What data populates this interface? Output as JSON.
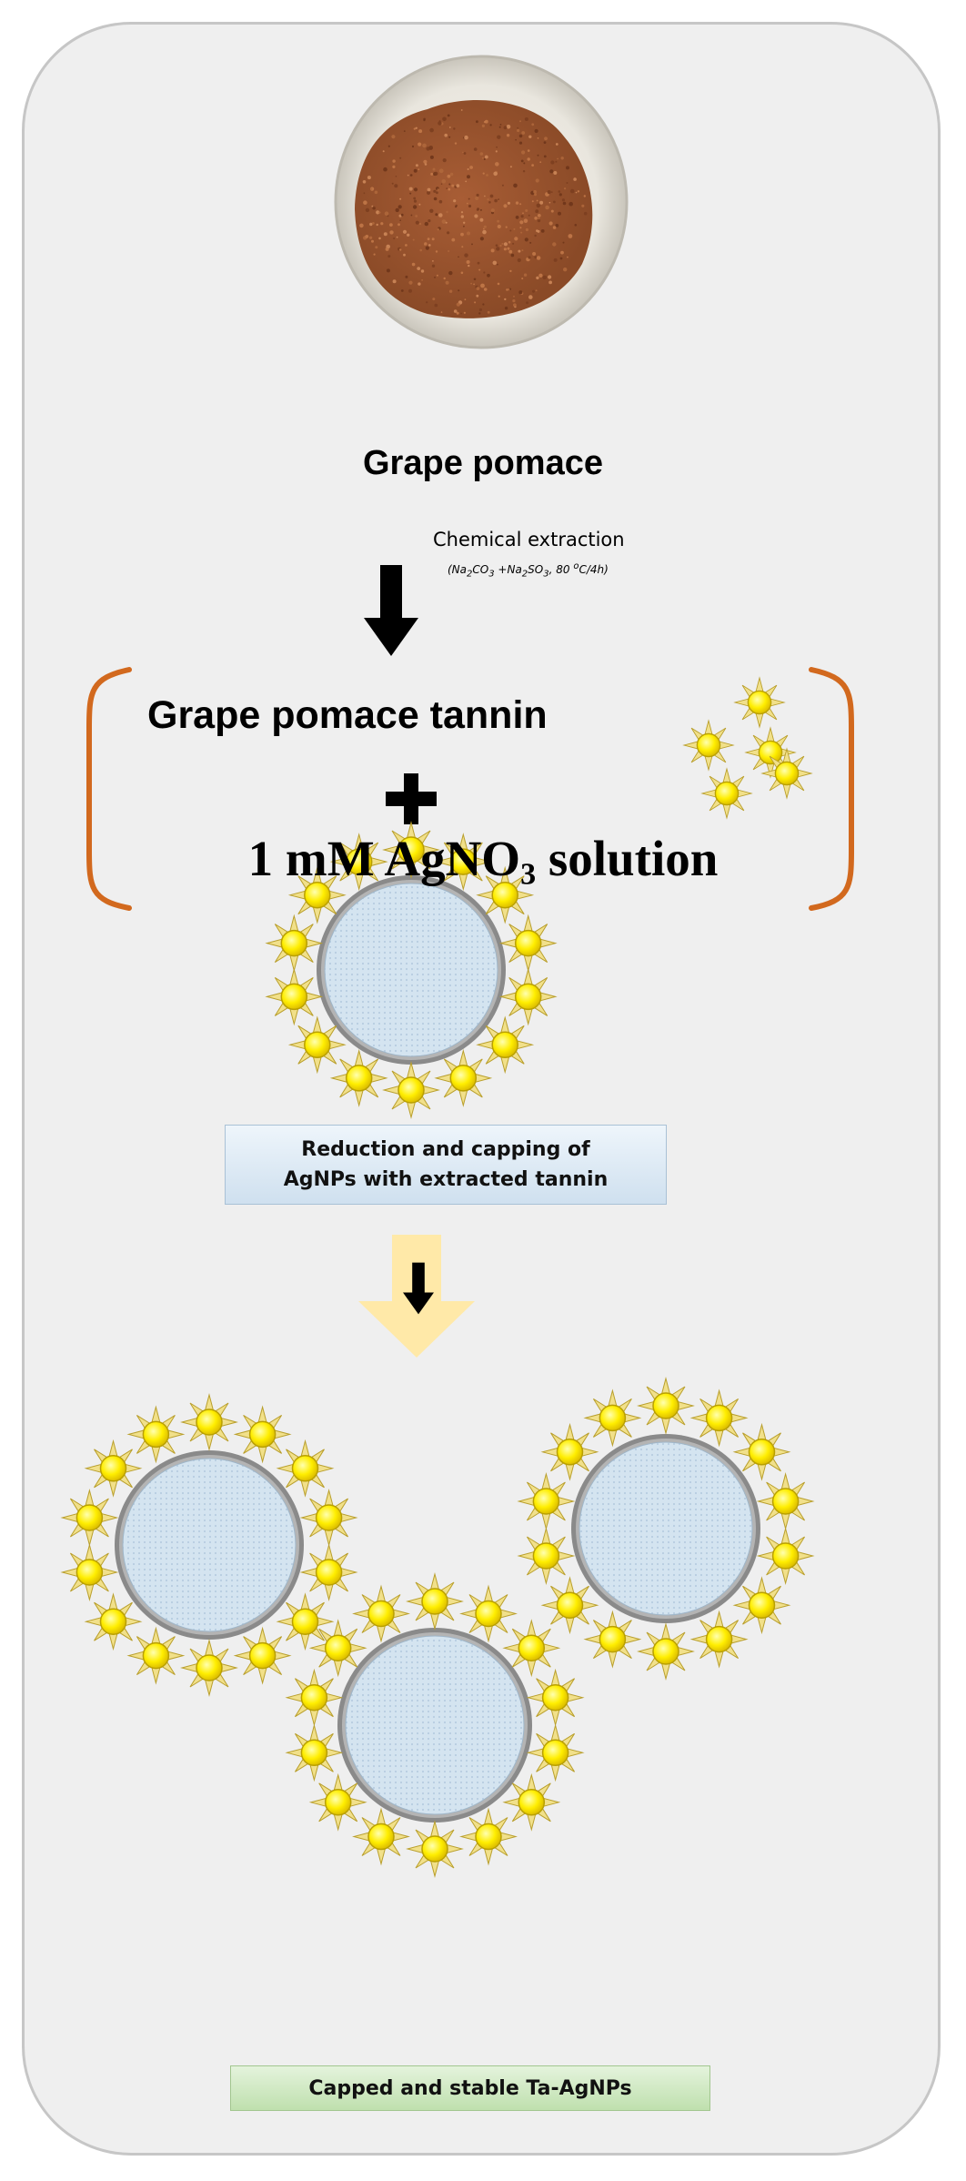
{
  "source": {
    "label": "Grape pomace",
    "powder_color": "#9a5530"
  },
  "extraction": {
    "title": "Chemical extraction",
    "conditions_html": "(Na<sub>2</sub>CO<sub>3</sub> +Na<sub>2</sub>SO<sub>3</sub>, 80 <sup>o</sup>C/4h)"
  },
  "reactants": {
    "tannin_label": "Grape pomace tannin",
    "plus_symbol": "plus-icon",
    "silver_label_prefix": "1 mM AgNO",
    "silver_label_subscript": "3",
    "silver_label_suffix": " solution"
  },
  "steps": {
    "reduction_caption_line1": "Reduction and capping of",
    "reduction_caption_line2": "AgNPs with extracted tannin",
    "final_caption": "Capped and stable Ta-AgNPs"
  },
  "icons": {
    "arrow": "down-arrow-icon",
    "nanoparticle": "capped-nanoparticle-icon",
    "tannin_cluster": "tannin-molecule-cluster-icon"
  },
  "colors": {
    "panel_background": "#efefef",
    "bracket": "#d2691e",
    "arrow_glow": "#ffe9a8",
    "sun": "#ffee00",
    "sun_ray": "#f1e08a",
    "particle_core": "#d4e4f0",
    "particle_shell": "#8a8a8a",
    "reduction_caption_bg": "#dbe8f3",
    "final_caption_bg": "#cfe8c4"
  }
}
